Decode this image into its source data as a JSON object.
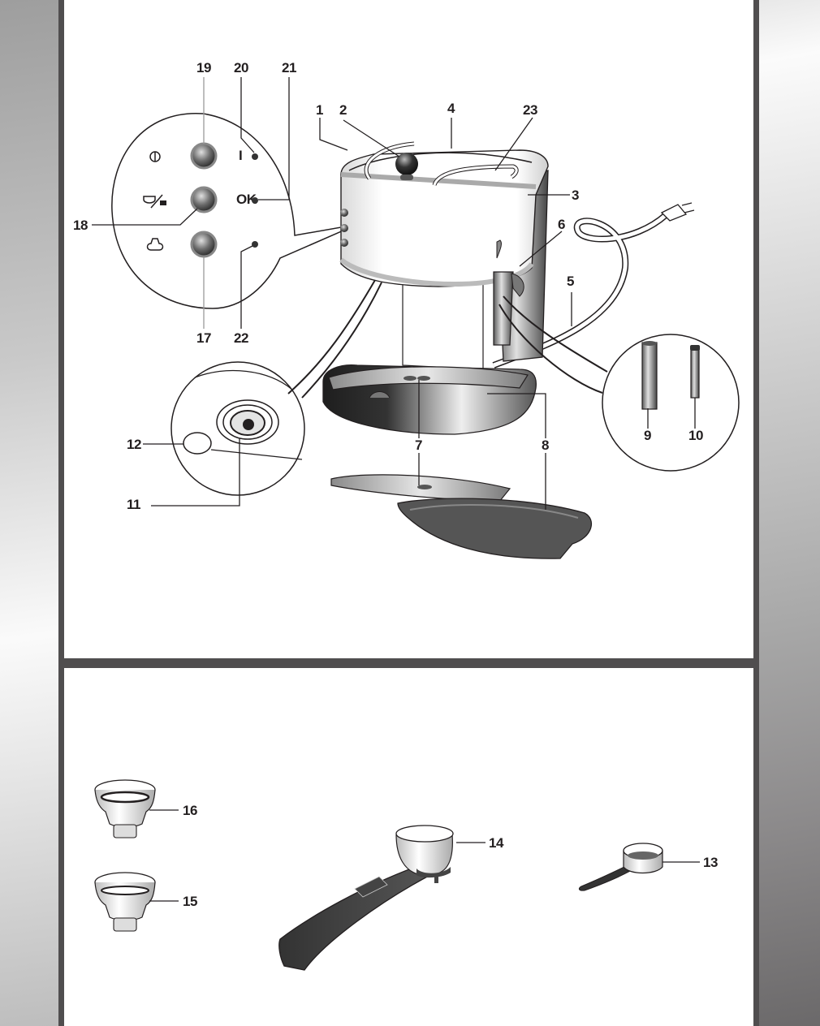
{
  "figure": {
    "top_panel": {
      "description": "Espresso machine exploded view with control panel and nozzle call-outs",
      "callouts": [
        {
          "id": "1",
          "label": "1"
        },
        {
          "id": "2",
          "label": "2"
        },
        {
          "id": "3",
          "label": "3"
        },
        {
          "id": "4",
          "label": "4"
        },
        {
          "id": "5",
          "label": "5"
        },
        {
          "id": "6",
          "label": "6"
        },
        {
          "id": "7a",
          "label": "7"
        },
        {
          "id": "7b",
          "label": "7"
        },
        {
          "id": "8a",
          "label": "8"
        },
        {
          "id": "8b",
          "label": "8"
        },
        {
          "id": "9",
          "label": "9"
        },
        {
          "id": "10",
          "label": "10"
        },
        {
          "id": "11",
          "label": "11"
        },
        {
          "id": "12",
          "label": "12"
        },
        {
          "id": "17",
          "label": "17"
        },
        {
          "id": "18",
          "label": "18"
        },
        {
          "id": "19",
          "label": "19"
        },
        {
          "id": "20",
          "label": "20"
        },
        {
          "id": "21",
          "label": "21"
        },
        {
          "id": "22",
          "label": "22"
        },
        {
          "id": "23",
          "label": "23"
        }
      ],
      "control_panel": {
        "indicator_on": "I",
        "indicator_ok": "OK",
        "icons": [
          "power-icon",
          "coffee-steam-icon",
          "steam-icon"
        ]
      }
    },
    "bottom_panel": {
      "description": "Accessories: filters, filter holder, measuring scoop",
      "callouts": [
        {
          "id": "16",
          "label": "16"
        },
        {
          "id": "15",
          "label": "15"
        },
        {
          "id": "14",
          "label": "14"
        },
        {
          "id": "13",
          "label": "13"
        }
      ]
    }
  },
  "colors": {
    "frame": "#504e4f",
    "ink": "#231f20",
    "band_light": "#fafafa",
    "band_dark": "#6b696a"
  }
}
